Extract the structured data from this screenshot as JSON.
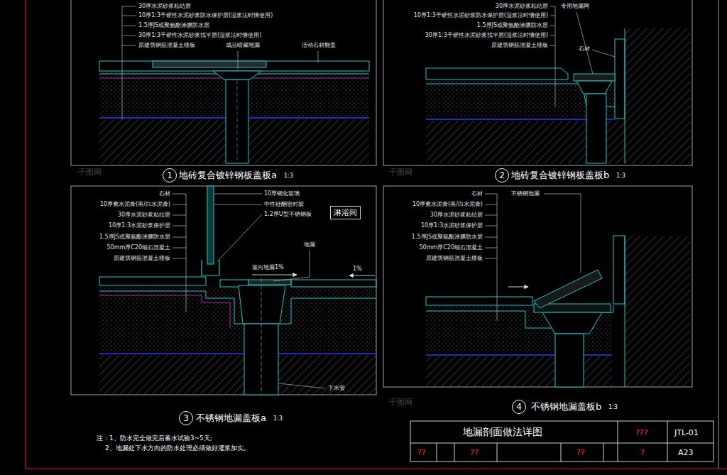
{
  "diagram": {
    "title": "地漏剖面做法详图",
    "nodes": [
      {
        "text": [
          "1"
        ]
      },
      {
        "text": [
          "2"
        ]
      },
      {
        "text": [
          "3"
        ]
      },
      {
        "text": [
          "4"
        ]
      },
      {
        "text": [
          "淋浴间"
        ]
      }
    ],
    "labels": [
      "30厚水泥砂浆粘结层",
      "10厚1:3干硬性水泥砂浆防水保护层(湿浆法时情使用)",
      "1.5厚JS或聚氨酯涂膜防水层",
      "30厚1:3干硬性水泥砂浆找平层(湿浆法时情使用)",
      "原建筑钢筋混凝土楼板",
      "成品暗藏地漏",
      "活动石材翻盖",
      "30厚水泥砂浆粘结层",
      "10厚1:3干硬性水泥砂浆防水保护层(湿浆法时情使用)",
      "1.5厚JS或聚氨酯涂膜防水层",
      "30厚1:3干硬性水泥砂浆找平层(湿浆法时情使用)",
      "原建筑钢筋混凝土楼板",
      "专用地漏网",
      "石材",
      "地砖复合镀锌钢板盖板a",
      "1:3",
      "地砖复合镀锌钢板盖板b",
      "1:3",
      "石材",
      "10厚素水泥膏(黑/白水泥膏)",
      "30厚水泥砂浆粘结层",
      "10厚1:3水泥砂浆保护层",
      "1.5厚JS或聚氨酯涂膜防水层",
      "50mm厚C20细石混凝土",
      "原建筑钢筋混凝土楼板",
      "10厚钢化玻璃",
      "中性硅酮密封胶",
      "1.2厚U型不锈钢板",
      "地漏",
      "坡向地漏1%",
      "1%",
      "下水管",
      "不锈钢地漏盖板a",
      "1:3",
      "石材",
      "10厚素水泥膏(黑/白水泥膏)",
      "30厚水泥砂浆粘结层",
      "10厚1:3水泥砂浆保护层",
      "1.5厚JS或聚氨酯涂膜防水层",
      "50mm厚C20细石混凝土",
      "原建筑钢筋混凝土楼板",
      "不锈钢地漏",
      "不锈钢地漏盖板b",
      "1:3",
      "注：1、防水完全做完后蓄水试验3~5天;",
      "2、地漏处下水方向的防水处理必须做好灌浆加实。",
      "???",
      "JTL-01",
      "??",
      "??",
      "??",
      "?",
      "A23",
      "千图网",
      "千图网",
      "千图网"
    ]
  }
}
